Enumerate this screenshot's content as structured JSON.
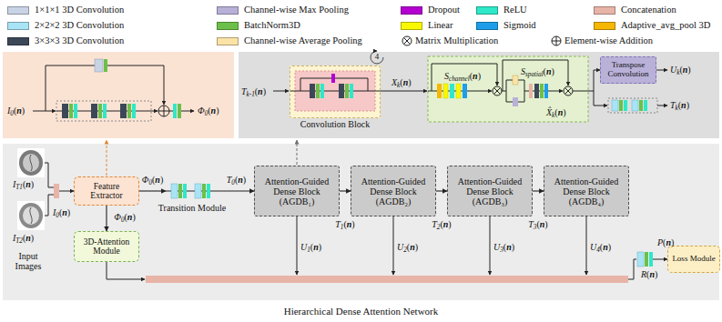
{
  "diagram": {
    "caption": "Hierarchical Dense Attention Network",
    "nodes": [
      {
        "text": [
          "Convolution Block"
        ]
      },
      {
        "text": [
          "Transpose Convolution"
        ]
      },
      {
        "text": [
          "Feature Extractor"
        ]
      },
      {
        "text": [
          "3D-Attention Module"
        ]
      },
      {
        "text": [
          "Transition Module"
        ]
      },
      {
        "text": [
          "Attention-Guided Dense Block (AGDB₁)"
        ]
      },
      {
        "text": [
          "Attention-Guided Dense Block (AGDB₂)"
        ]
      },
      {
        "text": [
          "Attention-Guided Dense Block (AGDB₃)"
        ]
      },
      {
        "text": [
          "Attention-Guided Dense Block (AGDB₄)"
        ]
      },
      {
        "text": [
          "Loss Module"
        ]
      }
    ],
    "edges": [
      {
        "from": 2,
        "to": 4,
        "arrow": "to",
        "label": "Φ0(n)"
      },
      {
        "from": 2,
        "to": 3,
        "arrow": "to",
        "label": "Φ0(n)"
      },
      {
        "from": 4,
        "to": 5,
        "arrow": "to",
        "label": "T0(n)"
      },
      {
        "from": 5,
        "to": 6,
        "arrow": "to",
        "label": "T1(n)"
      },
      {
        "from": 6,
        "to": 7,
        "arrow": "to",
        "label": "T2(n)"
      },
      {
        "from": 7,
        "to": 8,
        "arrow": "to",
        "label": "T3(n)"
      }
    ],
    "labels": [
      "I0(n)",
      "Φ0(n)",
      "Tk-1(n)",
      "4",
      "Xk(n)",
      "Schannel(n)",
      "Sspatial(n)",
      "Uk(n)",
      "Tk(n)",
      "X̂k(n)",
      "IT1(n)",
      "IT2(n)",
      "I0(n)",
      "Input Images",
      "U1(n)",
      "U2(n)",
      "U3(n)",
      "U4(n)",
      "P(n)",
      "R(n)"
    ],
    "legend": [
      {
        "text": "1×1×1 3D Convolution",
        "color": "#c8d4e6"
      },
      {
        "text": "Channel-wise Max Pooling",
        "color": "#b9b0d8"
      },
      {
        "text": "Dropout",
        "color": "#b400d0"
      },
      {
        "text": "ReLU",
        "color": "#2ee8c8"
      },
      {
        "text": "Concatenation",
        "color": "#e8b4a8"
      },
      {
        "text": "2×2×2 3D Convolution",
        "color": "#a8e4f5"
      },
      {
        "text": "BatchNorm3D",
        "color": "#6cc04a"
      },
      {
        "text": "Linear",
        "color": "#f8f800"
      },
      {
        "text": "Sigmoid",
        "color": "#1e9ee8"
      },
      {
        "text": "Adaptive_avg_pool 3D",
        "color": "#f5b700"
      },
      {
        "text": "3×3×3 3D Convolution",
        "color": "#3c4858"
      },
      {
        "text": "Channel-wise Average Pooling",
        "color": "#fbe3a6"
      },
      {
        "text": "Matrix Multiplication"
      },
      {
        "text": "Element-wise Addition"
      }
    ]
  }
}
